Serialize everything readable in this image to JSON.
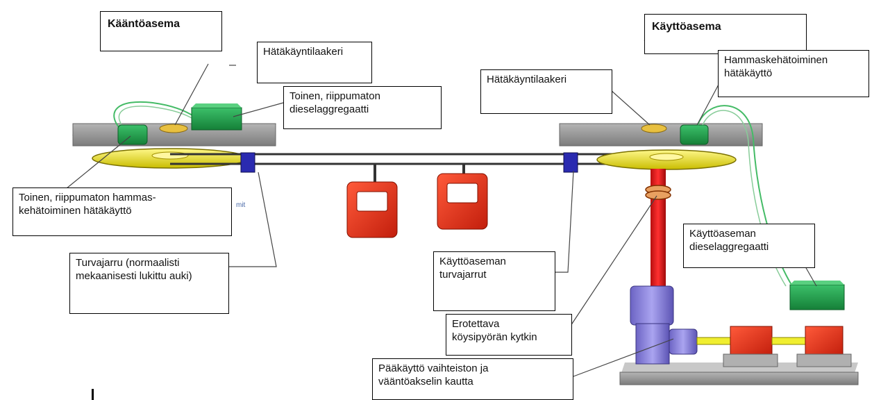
{
  "diagram": {
    "labels": {
      "turning_station": "Kääntöasema",
      "drive_station": "Käyttöasema",
      "emergency_bearing_left": "Hätäkäyntilaakeri",
      "emergency_bearing_right": "Hätäkäyntilaakeri",
      "second_diesel": "Toinen, riippumaton\ndieselaggregaatti",
      "gear_emergency_drive": "Hammaskehätoiminen\nhätäkäyttö",
      "second_gear_emergency_drive": "Toinen, riippumaton hammas-\nkehätoiminen hätäkäyttö",
      "safety_brake": "Turvajarru (normaalisti\nmekaanisesti lukittu auki)",
      "drive_station_diesel": "Käyttöaseman\ndieselaggregaatti",
      "drive_station_brakes": "Käyttöaseman\nturvajarrut",
      "separable_clutch": "Erotettava\nköysipyörän kytkin",
      "main_drive": "Pääkäyttö vaihteiston ja\nvääntöakselin kautta"
    },
    "stray_text": "mit",
    "colors": {
      "platform": "#9a9a9a",
      "sheave": "#f2e600",
      "diesel": "#22a050",
      "cabin": "#e8341c",
      "brake": "#2a2ab0",
      "shaft": "#e01818",
      "gearbox": "#8a82d8",
      "motor": "#e8341c",
      "coupling": "#f0ee30",
      "cable": "#333333"
    }
  }
}
